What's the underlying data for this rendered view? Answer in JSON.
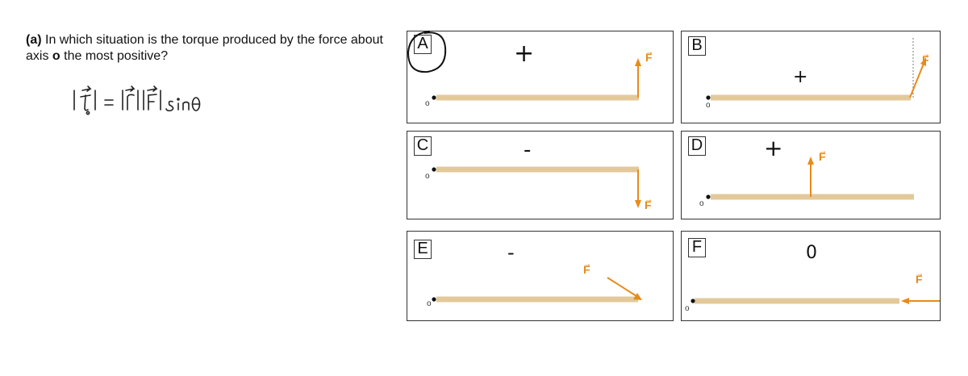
{
  "question": {
    "part_label": "(a)",
    "text_part1": "In which situation is the torque produced by the force about axis",
    "axis_letter": "o",
    "text_part2": "the most positive?"
  },
  "handwritten_formula": "|τ₀| = |r||F| sinθ",
  "force_label": "F",
  "axis_label": "o",
  "colors": {
    "rod": "#e3c99a",
    "force": "#e88a1a",
    "border": "#333333",
    "ink": "#111111"
  },
  "panels": [
    {
      "letter": "A",
      "annotation": "+",
      "circled": true
    },
    {
      "letter": "B",
      "annotation": "+"
    },
    {
      "letter": "C",
      "annotation": "-"
    },
    {
      "letter": "D",
      "annotation": "+"
    },
    {
      "letter": "E",
      "annotation": "-"
    },
    {
      "letter": "F",
      "annotation": "0"
    }
  ]
}
